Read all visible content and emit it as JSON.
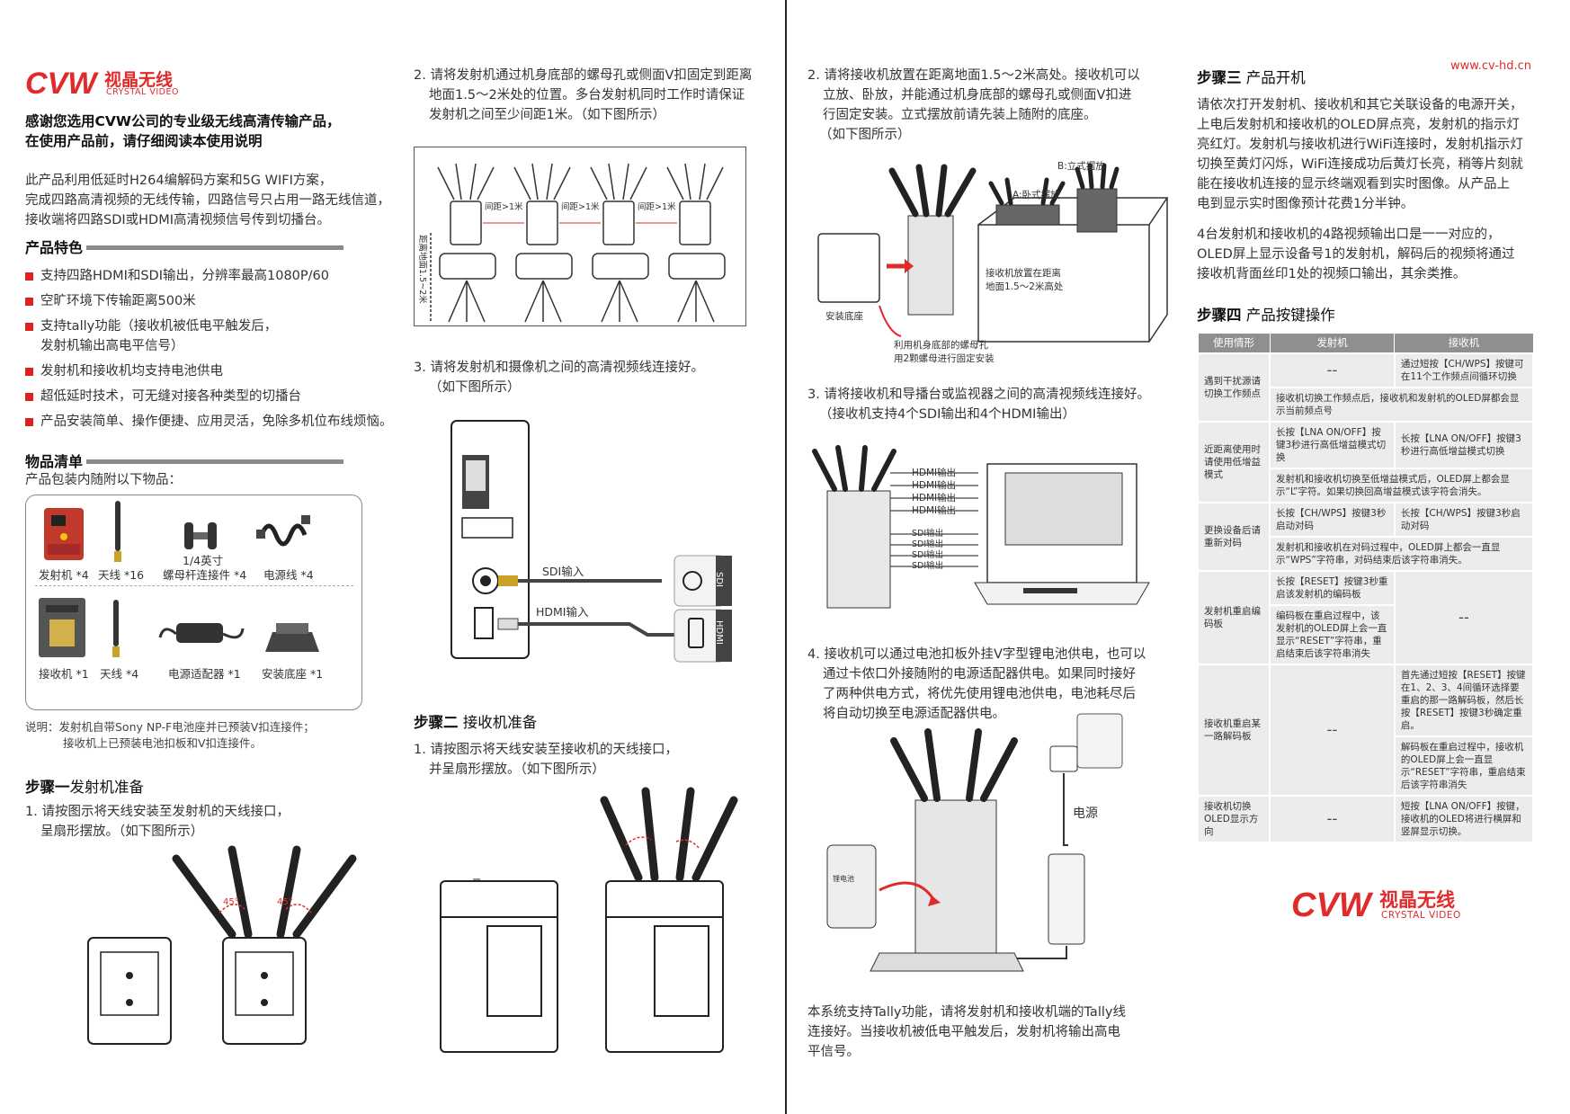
{
  "brand": {
    "cn": "视晶无线",
    "en": "CRYSTAL VIDEO",
    "mark": "CVW",
    "url": "www.cv-hd.cn"
  },
  "intro": {
    "title_line1": "感谢您选用CVW公司的专业级无线高清传输产品，",
    "title_line2": "在使用产品前，请仔细阅读本使用说明",
    "desc": [
      "此产品利用低延时H264编解码方案和5G WIFI方案，",
      "完成四路高清视频的无线传输，四路信号只占用一路无线信道，",
      "接收端将四路SDI或HDMI高清视频信号传到切播台。"
    ]
  },
  "features": {
    "title": "产品特色",
    "items": [
      "支持四路HDMI和SDI输出，分辨率最高1080P/60",
      "空旷环境下传输距离500米",
      "支持tally功能（接收机被低电平触发后，",
      "发射机和接收机均支持电池供电",
      "超低延时技术，可无缝对接各种类型的切播台",
      "产品安装简单、操作便捷、应用灵活，免除多机位布线烦恼。"
    ],
    "tally_line2": "发射机输出高电平信号）"
  },
  "packing": {
    "title": "物品清单",
    "intro": "产品包装内随附以下物品：",
    "row1": [
      "发射机 *4",
      "天线 *16",
      "螺母杆连接件 *4",
      "电源线 *4"
    ],
    "connector_top": "1/4英寸",
    "row2": [
      "接收机 *1",
      "天线 *4",
      "电源适配器 *1",
      "安装底座 *1"
    ],
    "note1": "说明：发射机自带Sony NP-F电池座并已预装V扣连接件；",
    "note2": "接收机上已预装电池扣板和V扣连接件。"
  },
  "step1": {
    "key": "步骤一",
    "title": "发射机准备",
    "l1": "1. 请按图示将天线安装至发射机的天线接口，",
    "l2": "呈扇形摆放。（如下图所示）",
    "angle": "45°"
  },
  "col2": {
    "p2_l1": "2. 请将发射机通过机身底部的螺母孔或侧面V扣固定到距离",
    "p2_l2": "地面1.5～2米处的位置。多台发射机同时工作时请保证",
    "p2_l3": "发射机之间至少间距1米。（如下图所示）",
    "gap": "间距>1米",
    "height": "距离地面1.5~2米",
    "p3_l1": "3. 请将发射机和摄像机之间的高清视频线连接好。",
    "p3_l2": "（如下图所示）",
    "sdi_in": "SDI输入",
    "hdmi_in": "HDMI输入",
    "sdi": "SDI",
    "hdmi": "HDMI",
    "step2_key": "步骤二",
    "step2_title": "接收机准备",
    "s2_l1": "1. 请按图示将天线安装至接收机的天线接口，",
    "s2_l2": "并呈扇形摆放。（如下图所示）"
  },
  "col3": {
    "p2_l1": "2. 请将接收机放置在距离地面1.5～2米高处。接收机可以",
    "p2_l2": "立放、卧放，并能通过机身底部的螺母孔或侧面V扣进",
    "p2_l3": "行固定安装。立式摆放前请先装上随附的底座。",
    "p2_l4": "（如下图所示）",
    "stand": "B:立式摆放",
    "lay": "A:卧式摆放",
    "place1": "接收机放置在距离",
    "place2": "地面1.5～2米高处",
    "base": "安装底座",
    "nut1": "利用机身底部的螺母孔",
    "nut2": "用2颗螺母进行固定安装",
    "p3_l1": "3. 请将接收机和导播台或监视器之间的高清视频线连接好。",
    "p3_l2": "（接收机支持4个SDI输出和4个HDMI输出）",
    "hdmi_out": "HDMI输出",
    "sdi_out": "SDI输出",
    "p4_l1": "4. 接收机可以通过电池扣板外挂V字型锂电池供电，也可以",
    "p4_l2": "通过卡侬口外接随附的电源适配器供电。如果同时接好",
    "p4_l3": "了两种供电方式，将优先使用锂电池供电，电池耗尽后",
    "p4_l4": "将自动切换至电源适配器供电。",
    "power": "电源",
    "battery": "锂电池",
    "tally_l1": "本系统支持Tally功能，请将发射机和接收机端的Tally线",
    "tally_l2": "连接好。当接收机被低电平触发后，发射机将输出高电",
    "tally_l3": "平信号。"
  },
  "col4": {
    "step3_key": "步骤三",
    "step3_title": "产品开机",
    "s3p1": [
      "请依次打开发射机、接收机和其它关联设备的电源开关，",
      "上电后发射机和接收机的OLED屏点亮，发射机的指示灯",
      "亮红灯。发射机与接收机进行WiFi连接时，发射机指示灯",
      "切换至黄灯闪烁，WiFi连接成功后黄灯长亮，稍等片刻就",
      "能在接收机连接的显示终端观看到实时图像。从产品上",
      "电到显示实时图像预计花费1分半钟。"
    ],
    "s3p2": [
      "4台发射机和接收机的4路视频输出口是一一对应的，",
      "OLED屏上显示设备号1的发射机，解码后的视频将通过",
      "接收机背面丝印1处的视频口输出，其余类推。"
    ],
    "step4_key": "步骤四",
    "step4_title": "产品按键操作",
    "table": {
      "headers": [
        "使用情形",
        "发射机",
        "接收机"
      ],
      "dash": "--",
      "r1_case": "遇到干扰源请切换工作频点",
      "r1_rx": "通过短按【CH/WPS】按键可在11个工作频点间循环切换",
      "r1_note": "接收机切换工作频点后，接收机和发射机的OLED屏都会显示当前频点号",
      "r2_case": "近距离使用时请使用低增益模式",
      "r2_tx": "长按【LNA ON/OFF】按键3秒进行高低增益模式切换",
      "r2_rx": "长按【LNA ON/OFF】按键3秒进行高低增益模式切换",
      "r2_note": "发射机和接收机切换至低增益模式后，OLED屏上都会显示“L”字符。如果切换回高增益模式该字符会消失。",
      "r3_case": "更换设备后请重新对码",
      "r3_tx": "长按【CH/WPS】按键3秒启动对码",
      "r3_rx": "长按【CH/WPS】按键3秒启动对码",
      "r3_note": "发射机和接收机在对码过程中，OLED屏上都会一直显示“WPS”字符串，对码结束后该字符串消失。",
      "r4_case": "发射机重启编码板",
      "r4_tx1": "长按【RESET】按键3秒重启该发射机的编码板",
      "r4_tx2": "编码板在重启过程中，该发射机的OLED屏上会一直显示“RESET”字符串，重启结束后该字符串消失",
      "r5_case": "接收机重启某一路解码板",
      "r5_rx1": "首先通过短按【RESET】按键在1、2、3、4间循环选择要重启的那一路解码板，然后长按【RESET】按键3秒确定重启。",
      "r5_rx2": "解码板在重启过程中，接收机的OLED屏上会一直显示“RESET”字符串，重启结束后该字符串消失",
      "r6_case": "接收机切换OLED显示方向",
      "r6_rx": "短按【LNA ON/OFF】按键，接收机的OLED将进行横屏和竖屏显示切换。"
    }
  },
  "colors": {
    "accent": "#e02b2b",
    "bar": "#8a8a8a",
    "table_head": "#8f8f8f",
    "table_cell": "#ececec"
  }
}
